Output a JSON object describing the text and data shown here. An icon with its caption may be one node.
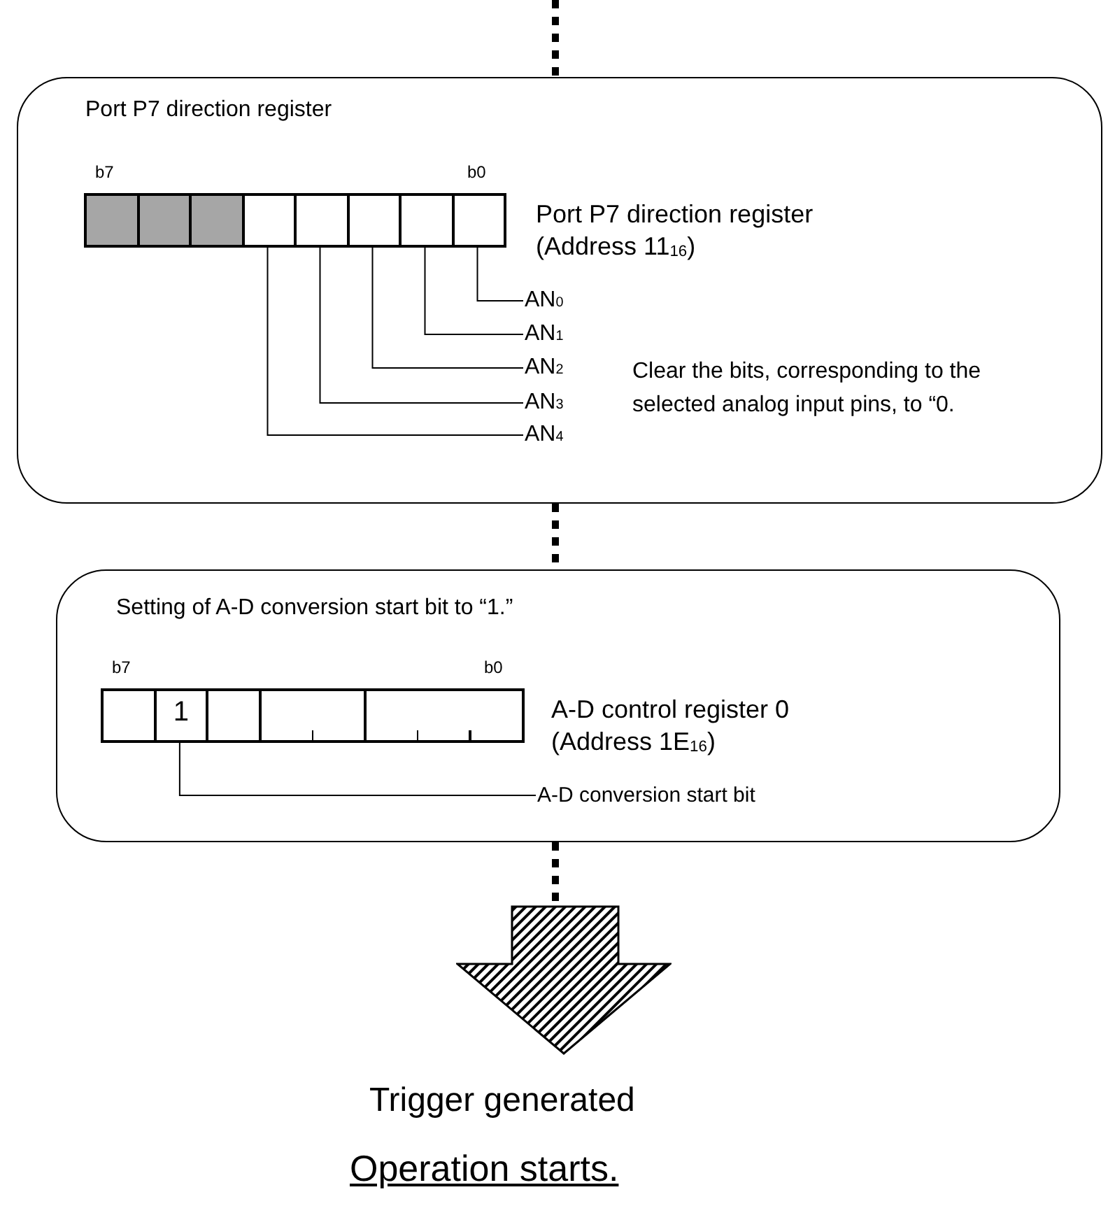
{
  "diagram": {
    "nodes": [
      {
        "text": [
          "Port P7 direction register"
        ]
      },
      {
        "text": [],
        "shape": "box",
        "in": 0,
        "beside": [
          "b7",
          "b0",
          "Port P7 direction register (Address 11$_{16}$)"
        ]
      },
      {
        "text": [],
        "shape": "box",
        "in": 1
      },
      {
        "text": [],
        "shape": "box",
        "in": 1
      },
      {
        "text": [],
        "shape": "box",
        "in": 1
      },
      {
        "text": [],
        "shape": "box",
        "in": 1
      },
      {
        "text": [],
        "shape": "box",
        "in": 1
      },
      {
        "text": [],
        "shape": "box",
        "in": 1
      },
      {
        "text": [],
        "shape": "box",
        "in": 1
      },
      {
        "text": [],
        "shape": "box",
        "in": 1
      },
      {
        "text": [
          "AN$_{0}$"
        ],
        "in": 0
      },
      {
        "text": [
          "AN$_{1}$"
        ],
        "in": 0
      },
      {
        "text": [
          "AN$_{2}$"
        ],
        "in": 0
      },
      {
        "text": [
          "AN$_{3}$"
        ],
        "in": 0
      },
      {
        "text": [
          "AN$_{4}$"
        ],
        "in": 0
      },
      {
        "text": [
          "Setting of A-D conversion start bit to “1.”"
        ]
      },
      {
        "text": [],
        "shape": "box",
        "in": 15,
        "beside": [
          "b7",
          "b0",
          "A-D control register 0 (Address 1E$_{16}$)"
        ]
      },
      {
        "text": [],
        "shape": "box",
        "in": 16
      },
      {
        "text": [
          "1"
        ],
        "in": 16
      },
      {
        "text": [],
        "shape": "box",
        "in": 16
      },
      {
        "text": [],
        "shape": "box",
        "in": 16
      },
      {
        "text": [],
        "shape": "box",
        "in": 16
      },
      {
        "text": [],
        "shape": "box",
        "in": 16
      },
      {
        "text": [],
        "shape": "box",
        "in": 16
      },
      {
        "text": [],
        "shape": "box",
        "in": 16
      },
      {
        "text": [
          "A-D conversion start bit"
        ],
        "in": 15
      },
      {
        "text": [],
        "shape": "arrow"
      }
    ],
    "edges": [
      {
        "from": null,
        "to": 0,
        "arrow": "none",
        "style": "dashed"
      },
      {
        "from": 10,
        "to": 9,
        "arrow": "none"
      },
      {
        "from": 11,
        "to": 8,
        "arrow": "none"
      },
      {
        "from": 12,
        "to": 7,
        "arrow": "none"
      },
      {
        "from": 13,
        "to": 6,
        "arrow": "none"
      },
      {
        "from": 14,
        "to": 5,
        "arrow": "none"
      },
      {
        "from": 0,
        "to": 15,
        "arrow": "none",
        "style": "dashed"
      },
      {
        "from": 25,
        "to": 18,
        "arrow": "none"
      },
      {
        "from": 15,
        "to": 26,
        "arrow": "none",
        "style": "dashed"
      }
    ],
    "labels": [
      "Clear the bits, corresponding to the selected analog input pins, to “0.",
      "Trigger generated",
      "Operation starts."
    ]
  }
}
